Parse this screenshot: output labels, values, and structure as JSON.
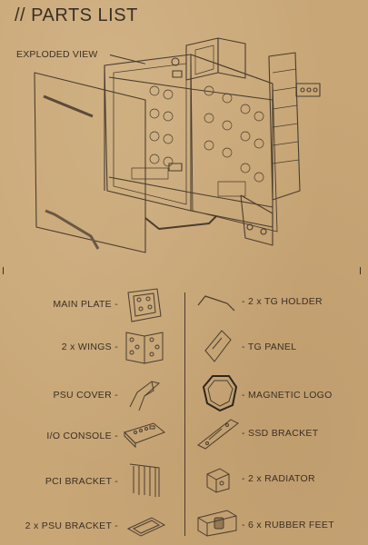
{
  "title": "// PARTS LIST",
  "exploded_label": "EXPLODED VIEW",
  "parts_left": [
    {
      "label": "MAIN PLATE",
      "icon": "main-plate-icon"
    },
    {
      "label": "2 x WINGS",
      "icon": "wings-icon"
    },
    {
      "label": "PSU COVER",
      "icon": "psu-cover-icon"
    },
    {
      "label": "I/O CONSOLE",
      "icon": "io-console-icon"
    },
    {
      "label": "PCI BRACKET",
      "icon": "pci-bracket-icon"
    },
    {
      "label": "2 x PSU BRACKET",
      "icon": "psu-bracket-icon"
    }
  ],
  "parts_right": [
    {
      "label": "2 x TG HOLDER",
      "icon": "tg-holder-icon"
    },
    {
      "label": "TG PANEL",
      "icon": "tg-panel-icon"
    },
    {
      "label": "MAGNETIC LOGO",
      "icon": "magnetic-logo-icon"
    },
    {
      "label": "SSD BRACKET",
      "icon": "ssd-bracket-icon"
    },
    {
      "label": "2 x RADIATOR",
      "icon": "radiator-icon"
    },
    {
      "label": "6 x RUBBER FEET",
      "icon": "rubber-feet-icon"
    }
  ],
  "dash": "-"
}
